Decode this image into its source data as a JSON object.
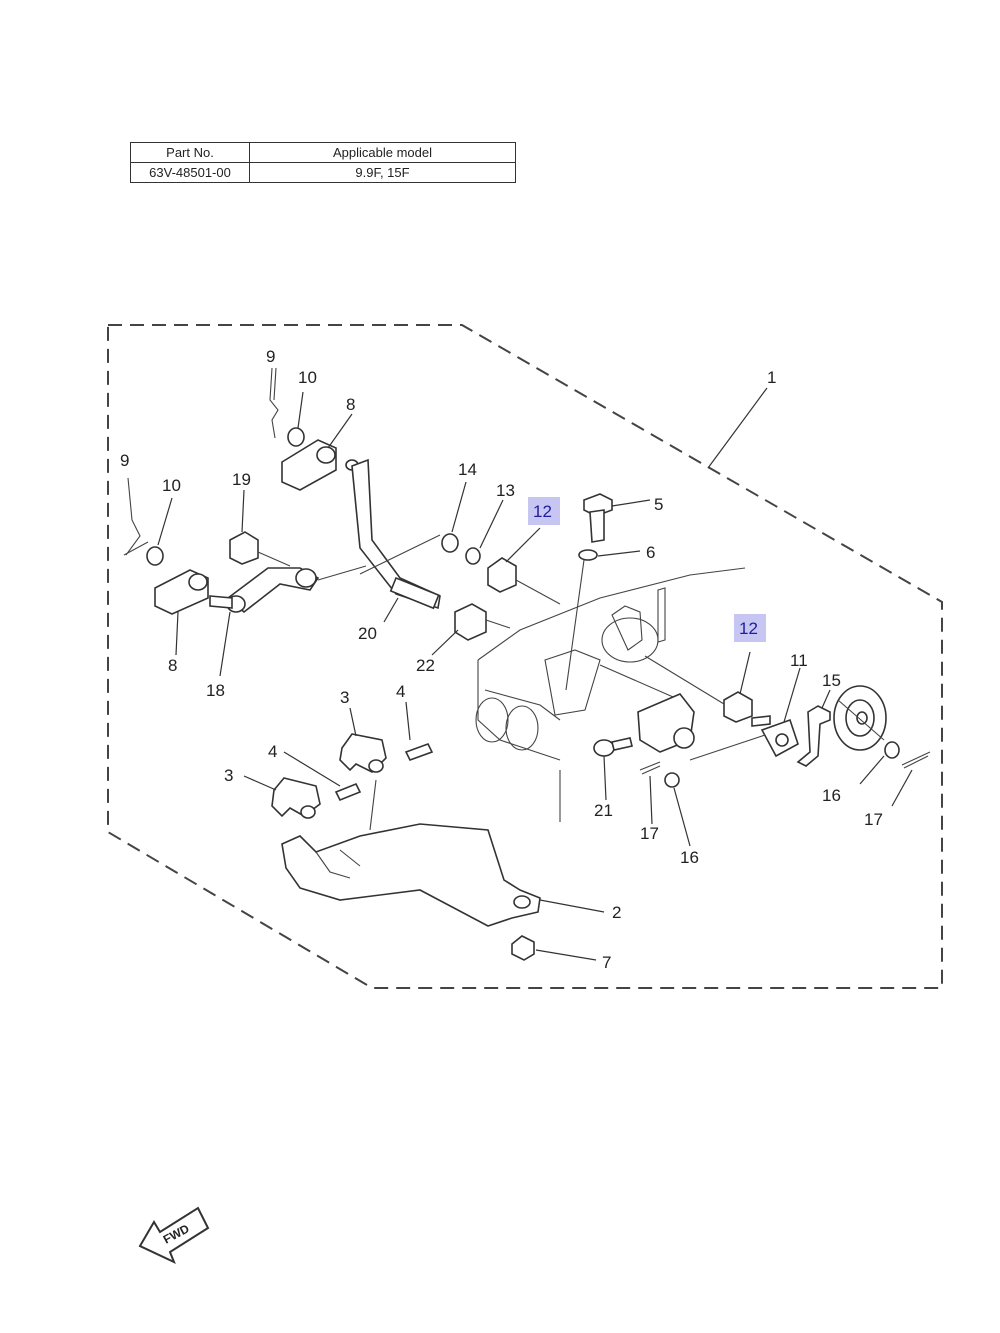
{
  "table": {
    "headers": [
      "Part No.",
      "Applicable model"
    ],
    "row": [
      "63V-48501-00",
      "9.9F, 15F"
    ]
  },
  "callouts": {
    "c1": "1",
    "c2": "2",
    "c3a": "3",
    "c3b": "3",
    "c4a": "4",
    "c4b": "4",
    "c5": "5",
    "c6": "6",
    "c7": "7",
    "c8a": "8",
    "c8b": "8",
    "c9a": "9",
    "c9b": "9",
    "c10a": "10",
    "c10b": "10",
    "c11": "11",
    "c12a": "12",
    "c12b": "12",
    "c13": "13",
    "c14": "14",
    "c15": "15",
    "c16a": "16",
    "c16b": "16",
    "c17a": "17",
    "c17b": "17",
    "c18": "18",
    "c19": "19",
    "c20": "20",
    "c21": "21",
    "c22": "22"
  },
  "fwd_label": "FWD",
  "colors": {
    "highlight": "#c7c5f2",
    "highlight_text": "#1e1e9e",
    "line": "#333333"
  }
}
